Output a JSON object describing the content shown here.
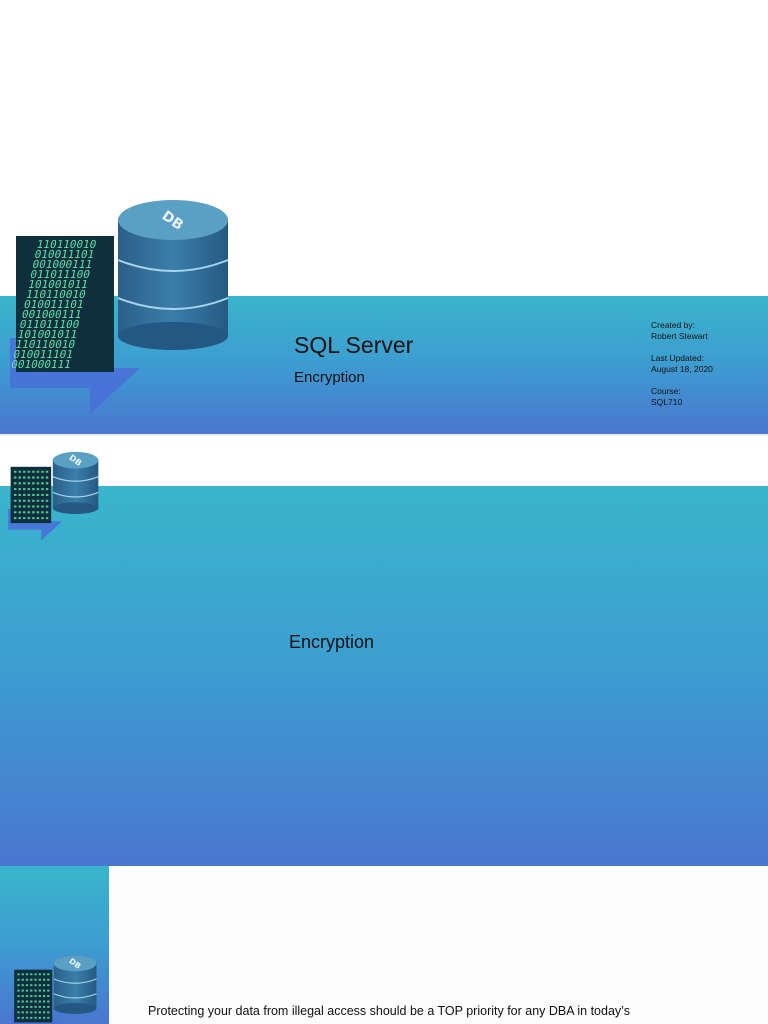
{
  "slides": [
    {
      "title": "SQL Server",
      "subtitle": "Encryption",
      "meta": {
        "created_label": "Created by:",
        "created_value": "Robert Stewart",
        "updated_label": "Last Updated:",
        "updated_value": "August 18, 2020",
        "course_label": "Course:",
        "course_value": "SQL710"
      }
    },
    {
      "section_title": "Encryption"
    },
    {
      "body": "Protecting your data from illegal access should be a TOP priority for any DBA in today’s"
    }
  ],
  "logo": {
    "db_label": "DB",
    "binary_rows": [
      "0110110010",
      "1010011101",
      "1001000111",
      "0011011100",
      "1101001011",
      "0110110010",
      "1010011101",
      "1001000111",
      "0011011100",
      "1101001011",
      "0110110010",
      "1010011101",
      "1001000111"
    ],
    "colors": {
      "cylinder_top": "#5a9fc4",
      "cylinder_body": "#2f6d97",
      "binary_bg": "#0e2f3c",
      "binary_text": "#5fe0a8",
      "arrow": "#4a6fd8"
    }
  },
  "colors": {
    "gradient_top": "#3ab5cc",
    "gradient_mid": "#3c9fd0",
    "gradient_bottom": "#4a76cf"
  }
}
